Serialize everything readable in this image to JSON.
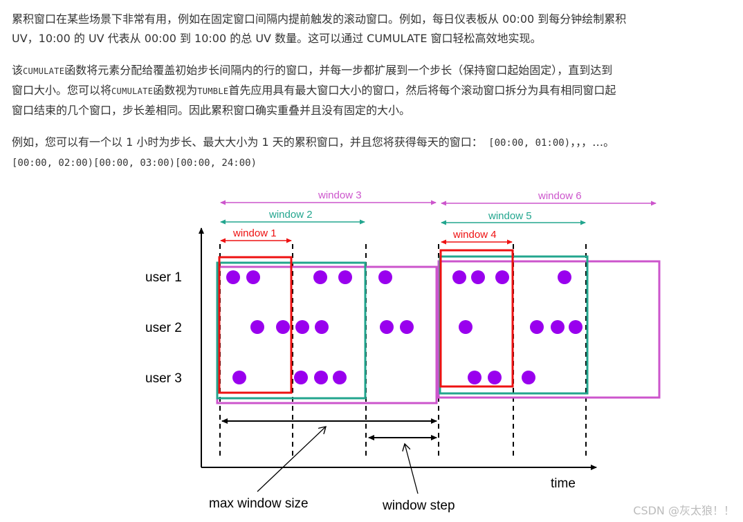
{
  "paragraphs": {
    "p1": {
      "line1": "累积窗口在某些场景下非常有用，例如在固定窗口间隔内提前触发的滚动窗口。例如，每日仪表板从 00:00 到每分钟绘制累积",
      "line2": "UV，10:00 的 UV 代表从 00:00 到 10:00 的总 UV 数量。这可以通过 CUMULATE 窗口轻松高效地实现。"
    },
    "p2": {
      "line1_a": "该",
      "line1_code": "CUMULATE",
      "line1_b": "函数将元素分配给覆盖初始步长间隔内的行的窗口，并每一步都扩展到一个步长（保持窗口起始固定），直到达到",
      "line2_a": "窗口大小。您可以将",
      "line2_code1": "CUMULATE",
      "line2_b": "函数视为",
      "line2_code2": "TUMBLE",
      "line2_c": "首先应用具有最大窗口大小的窗口，然后将每个滚动窗口拆分为具有相同窗口起",
      "line3": "窗口结束的几个窗口，步长差相同。因此累积窗口确实重叠并且没有固定的大小。"
    },
    "p3": {
      "line1_a": "例如，您可以有一个以 1 小时为步长、最大大小为 1 天的累积窗口，并且您将获得每天的窗口：",
      "line1_code": " [00:00, 01:00)",
      "line1_b": "，，，…。",
      "line2_code": "[00:00, 02:00)[00:00, 03:00)[00:00, 24:00)"
    }
  },
  "diagram": {
    "windows": {
      "w1": "window 1",
      "w2": "window 2",
      "w3": "window 3",
      "w4": "window 4",
      "w5": "window 5",
      "w6": "window 6"
    },
    "users": {
      "u1": "user 1",
      "u2": "user 2",
      "u3": "user 3"
    },
    "axis_label": "time",
    "annotations": {
      "max_size": "max window size",
      "step": "window step"
    },
    "colors": {
      "red": "#ee1111",
      "teal": "#22a58e",
      "magenta": "#cc55cc",
      "dot": "#9900ee"
    }
  },
  "watermark": "CSDN @灰太狼！！"
}
